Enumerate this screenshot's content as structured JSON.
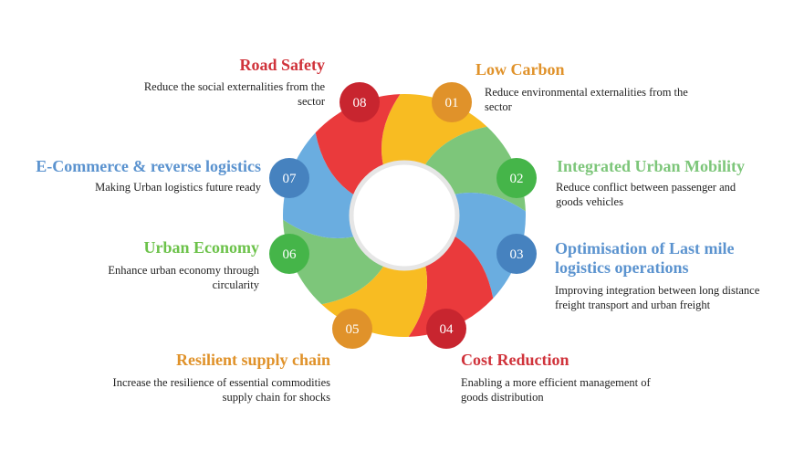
{
  "items": [
    {
      "num": "01",
      "title": "Low Carbon",
      "desc": "Reduce environmental externalities from the sector",
      "segment_color": "#f8bc22",
      "badge_color": "#e0922a",
      "title_color": "#e0922a"
    },
    {
      "num": "02",
      "title": "Integrated Urban Mobility",
      "desc": "Reduce conflict between passenger and goods vehicles",
      "segment_color": "#7dc67a",
      "badge_color": "#45b549",
      "title_color": "#7dc67a"
    },
    {
      "num": "03",
      "title": "Optimisation of Last mile logistics operations",
      "desc": "Improving integration between long distance freight transport and urban freight",
      "segment_color": "#6aade0",
      "badge_color": "#4682bf",
      "title_color": "#5b93cf"
    },
    {
      "num": "04",
      "title": "Cost Reduction",
      "desc": "Enabling a more efficient management of goods distribution",
      "segment_color": "#ea3a3c",
      "badge_color": "#c8252f",
      "title_color": "#d0333b"
    },
    {
      "num": "05",
      "title": "Resilient supply chain",
      "desc": "Increase the resilience of essential commodities supply chain for shocks",
      "segment_color": "#f8bc22",
      "badge_color": "#e0922a",
      "title_color": "#e0922a"
    },
    {
      "num": "06",
      "title": "Urban Economy",
      "desc": "Enhance urban economy through circularity",
      "segment_color": "#7dc67a",
      "badge_color": "#45b549",
      "title_color": "#6cc24a"
    },
    {
      "num": "07",
      "title": "E-Commerce & reverse logistics",
      "desc": "Making Urban logistics future ready",
      "segment_color": "#6aade0",
      "badge_color": "#4682bf",
      "title_color": "#5b93cf"
    },
    {
      "num": "08",
      "title": "Road Safety",
      "desc": "Reduce the social externalities from the sector",
      "segment_color": "#ea3a3c",
      "badge_color": "#c8252f",
      "title_color": "#d0333b"
    }
  ]
}
